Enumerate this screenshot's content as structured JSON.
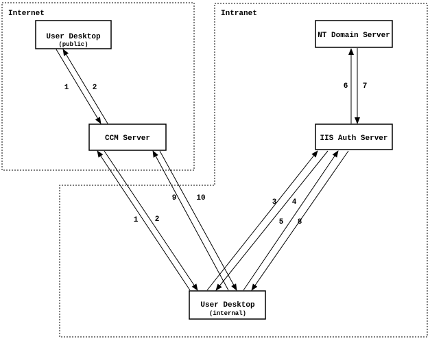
{
  "diagram": {
    "background_color": "#ffffff",
    "line_color": "#000000",
    "zones": [
      {
        "label": "Internet"
      },
      {
        "label": "Intranet"
      }
    ],
    "nodes": [
      {
        "title": "User Desktop",
        "subtitle": "(public)",
        "zone": "Internet"
      },
      {
        "title": "NT Domain Server",
        "zone": "Intranet"
      },
      {
        "title": "CCM Server",
        "zone": "Internet"
      },
      {
        "title": "IIS Auth Server",
        "zone": "Intranet"
      },
      {
        "title": "User Desktop",
        "subtitle": "(internal)",
        "zone": "Intranet"
      }
    ],
    "edges": [
      {
        "label": "1",
        "from": "User Desktop (public)",
        "to": "CCM Server"
      },
      {
        "label": "2",
        "from": "CCM Server",
        "to": "User Desktop (public)"
      },
      {
        "label": "6",
        "from": "IIS Auth Server",
        "to": "NT Domain Server"
      },
      {
        "label": "7",
        "from": "NT Domain Server",
        "to": "IIS Auth Server"
      },
      {
        "label": "1",
        "from": "User Desktop (internal)",
        "to": "CCM Server"
      },
      {
        "label": "2",
        "from": "CCM Server",
        "to": "User Desktop (internal)"
      },
      {
        "label": "9",
        "from": "User Desktop (internal)",
        "to": "CCM Server"
      },
      {
        "label": "10",
        "from": "CCM Server",
        "to": "User Desktop (internal)"
      },
      {
        "label": "3",
        "from": "User Desktop (internal)",
        "to": "IIS Auth Server"
      },
      {
        "label": "4",
        "from": "IIS Auth Server",
        "to": "User Desktop (internal)"
      },
      {
        "label": "5",
        "from": "User Desktop (internal)",
        "to": "IIS Auth Server"
      },
      {
        "label": "8",
        "from": "IIS Auth Server",
        "to": "User Desktop (internal)"
      }
    ]
  }
}
